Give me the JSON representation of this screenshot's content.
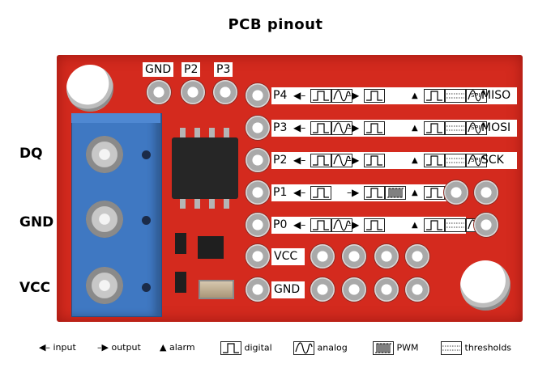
{
  "title": "PCB pinout",
  "side_labels": [
    "DQ",
    "GND",
    "VCC"
  ],
  "top_pins": [
    "GND",
    "P2",
    "P3"
  ],
  "pins": [
    {
      "name": "P4",
      "input": [
        "digital",
        "analog"
      ],
      "output": [
        "digital"
      ],
      "alarm": [
        "digital",
        "thresholds",
        "analog"
      ],
      "spi": "SPI",
      "function": "MISO"
    },
    {
      "name": "P3",
      "input": [
        "digital",
        "analog"
      ],
      "output": [
        "digital"
      ],
      "alarm": [
        "digital",
        "thresholds",
        "analog"
      ],
      "spi": "SPI",
      "function": "MOSI"
    },
    {
      "name": "P2",
      "input": [
        "digital",
        "analog"
      ],
      "output": [
        "digital"
      ],
      "alarm": [
        "digital",
        "thresholds",
        "analog"
      ],
      "spi": "SPI",
      "function": "SCK"
    },
    {
      "name": "P1",
      "input": [
        "digital"
      ],
      "output": [
        "digital",
        "pwm"
      ],
      "alarm": [
        "digital",
        "thresholds"
      ],
      "spi": "",
      "function": ""
    },
    {
      "name": "P0",
      "input": [
        "digital",
        "analog"
      ],
      "output": [
        "digital"
      ],
      "alarm": [
        "digital",
        "thresholds",
        "analog"
      ],
      "spi": "",
      "function": ""
    }
  ],
  "power_pins": [
    "VCC",
    "GND"
  ],
  "legend": {
    "input": "input",
    "output": "output",
    "alarm": "alarm",
    "digital": "digital",
    "analog": "analog",
    "pwm": "PWM",
    "thresholds": "thresholds"
  },
  "colors": {
    "board": "#d42a1e",
    "terminal": "#3f78c2"
  }
}
